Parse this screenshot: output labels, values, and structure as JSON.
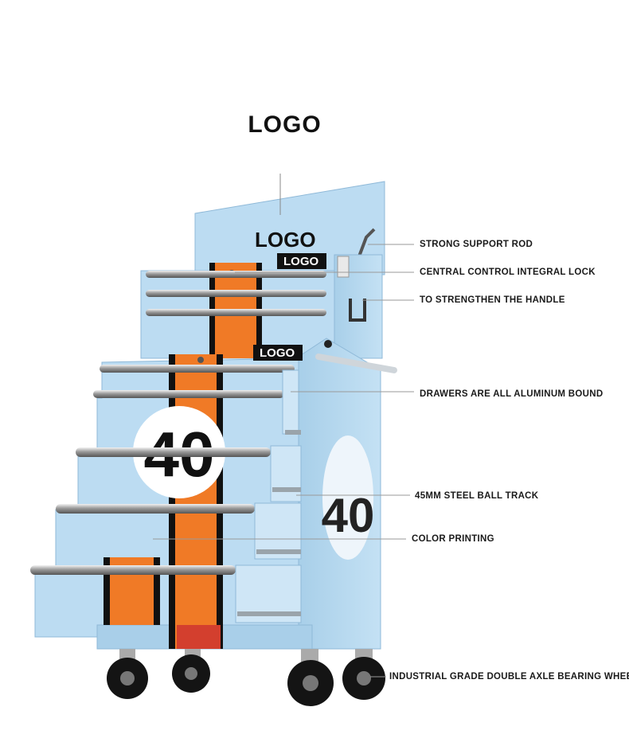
{
  "header": {
    "logo_title": "LOGO"
  },
  "cabinet": {
    "top_logo": "LOGO",
    "badge_logo_top": "LOGO",
    "badge_logo_bottom": "LOGO",
    "number_front": "40",
    "number_side": "40"
  },
  "colors": {
    "body": "#b9dbf1",
    "body_shade": "#9fc8e6",
    "stripe_orange": "#f07a26",
    "stripe_black": "#111111",
    "wheel": "#141414",
    "callout_text": "#1a1a1a"
  },
  "callouts": [
    "STRONG SUPPORT ROD",
    "CENTRAL CONTROL INTEGRAL LOCK",
    "TO STRENGTHEN THE HANDLE",
    "DRAWERS ARE ALL ALUMINUM BOUND",
    "45MM STEEL BALL TRACK",
    "COLOR PRINTING",
    "INDUSTRIAL GRADE DOUBLE AXLE BEARING WHEEL"
  ]
}
